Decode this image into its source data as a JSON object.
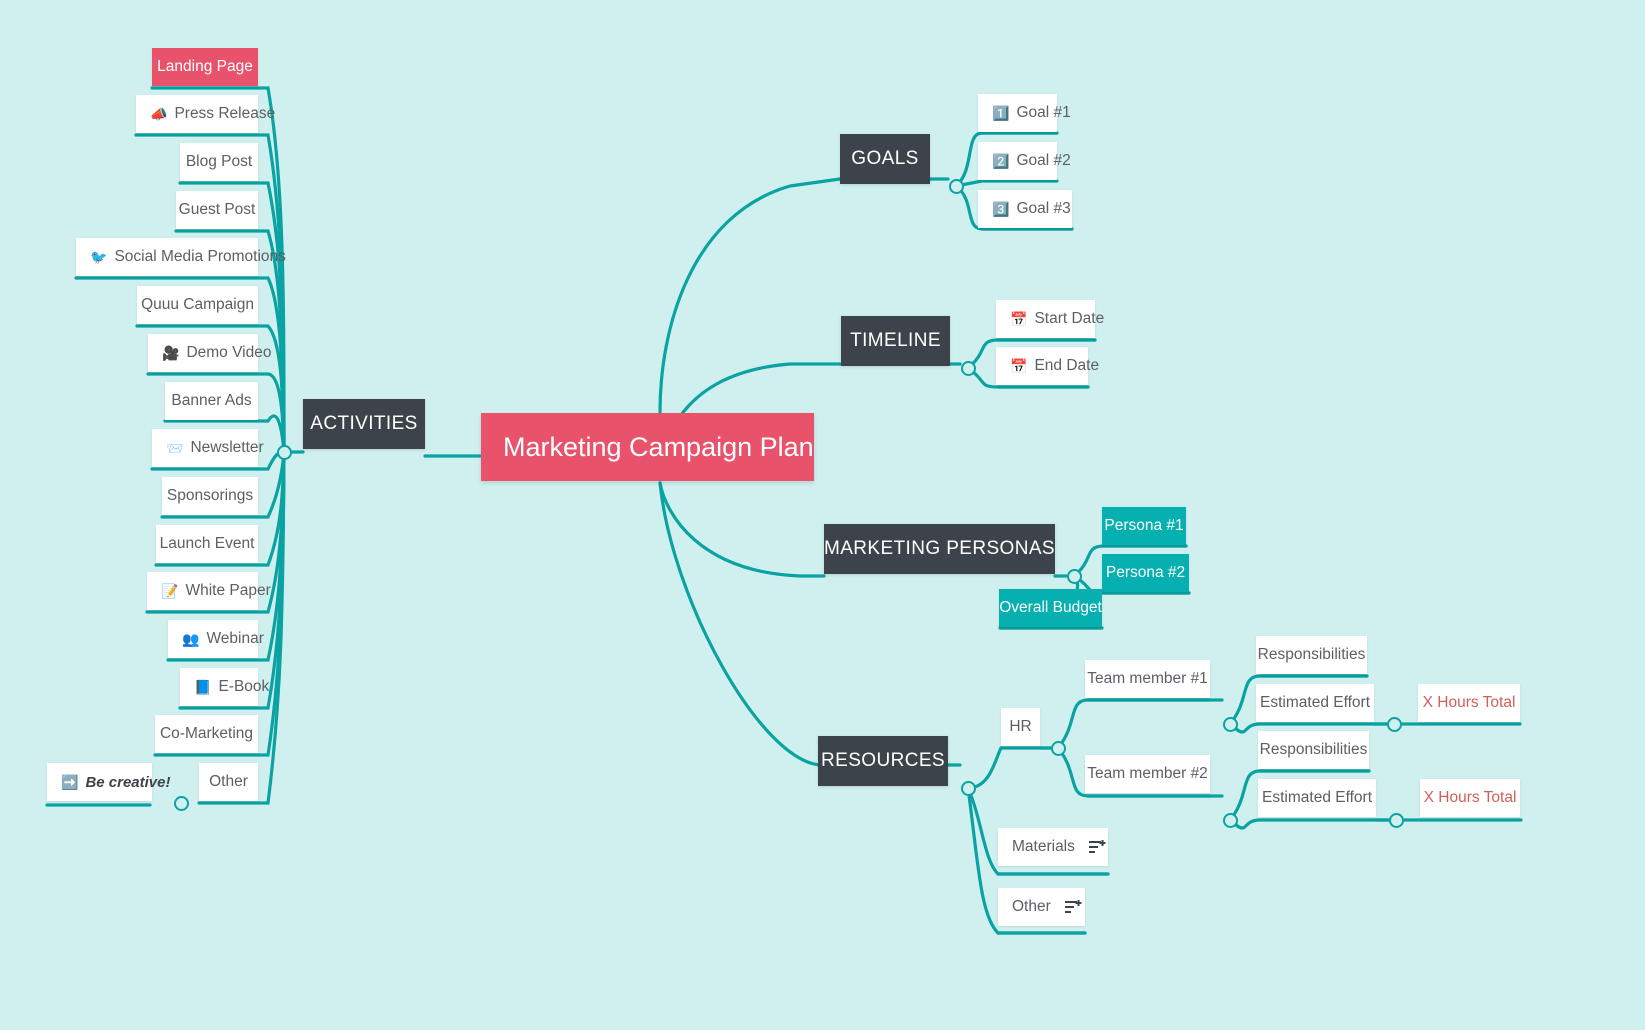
{
  "meta": {
    "background": "#d0f0ef",
    "accent_teal": "#0aa2a2",
    "node_teal": "#07b0b0",
    "node_dark": "#3d434a",
    "node_pink": "#e8526b",
    "red_text": "#d0605a"
  },
  "root": {
    "label": "Marketing Campaign Plan"
  },
  "branches": {
    "activities": {
      "label": "ACTIVITIES",
      "items": [
        {
          "label": "Landing Page",
          "icon": "",
          "style": "pink"
        },
        {
          "label": "Press Release",
          "icon": "📣",
          "icon_name": "megaphone-icon",
          "style": "white"
        },
        {
          "label": "Blog Post",
          "icon": "",
          "style": "white"
        },
        {
          "label": "Guest Post",
          "icon": "",
          "style": "white"
        },
        {
          "label": "Social Media Promotions",
          "icon": "🐦",
          "icon_name": "twitter-bird-icon",
          "style": "white"
        },
        {
          "label": "Quuu Campaign",
          "icon": "",
          "style": "white"
        },
        {
          "label": "Demo Video",
          "icon": "🎥",
          "icon_name": "movie-camera-icon",
          "style": "white"
        },
        {
          "label": "Banner Ads",
          "icon": "",
          "style": "white"
        },
        {
          "label": "Newsletter",
          "icon": "📨",
          "icon_name": "incoming-envelope-icon",
          "style": "white"
        },
        {
          "label": "Sponsorings",
          "icon": "",
          "style": "white"
        },
        {
          "label": "Launch Event",
          "icon": "",
          "style": "white"
        },
        {
          "label": "White Paper",
          "icon": "📝",
          "icon_name": "memo-icon",
          "style": "white"
        },
        {
          "label": "Webinar",
          "icon": "👥",
          "icon_name": "busts-in-silhouette-icon",
          "style": "white"
        },
        {
          "label": "E-Book",
          "icon": "📘",
          "icon_name": "blue-book-icon",
          "style": "white"
        },
        {
          "label": "Co-Marketing",
          "icon": "",
          "style": "white"
        },
        {
          "label": "Other",
          "icon": "",
          "style": "white"
        }
      ],
      "note": {
        "label": "Be creative!",
        "icon": "➡️",
        "icon_name": "right-arrow-icon"
      }
    },
    "goals": {
      "label": "GOALS",
      "items": [
        {
          "label": "Goal #1",
          "icon": "1️⃣",
          "icon_name": "number-one-icon"
        },
        {
          "label": "Goal #2",
          "icon": "2️⃣",
          "icon_name": "number-two-icon"
        },
        {
          "label": "Goal #3",
          "icon": "3️⃣",
          "icon_name": "number-three-icon"
        }
      ]
    },
    "timeline": {
      "label": "TIMELINE",
      "items": [
        {
          "label": "Start Date",
          "icon": "📅",
          "icon_name": "calendar-icon"
        },
        {
          "label": "End Date",
          "icon": "📅",
          "icon_name": "calendar-icon"
        }
      ]
    },
    "personas": {
      "label": "MARKETING PERSONAS",
      "items": [
        {
          "label": "Persona #1"
        },
        {
          "label": "Persona #2"
        }
      ]
    },
    "resources": {
      "label": "RESOURCES",
      "budget": {
        "label": "Overall Budget"
      },
      "hr": {
        "label": "HR",
        "members": [
          {
            "label": "Team member #1",
            "responsibilities": "Responsibilities",
            "effort": "Estimated Effort",
            "hours": "X Hours Total"
          },
          {
            "label": "Team member #2",
            "responsibilities": "Responsibilities",
            "effort": "Estimated Effort",
            "hours": "X Hours Total"
          }
        ]
      },
      "materials": {
        "label": "Materials",
        "icon_name": "add-to-list-icon"
      },
      "other": {
        "label": "Other",
        "icon_name": "add-to-list-icon"
      }
    }
  }
}
